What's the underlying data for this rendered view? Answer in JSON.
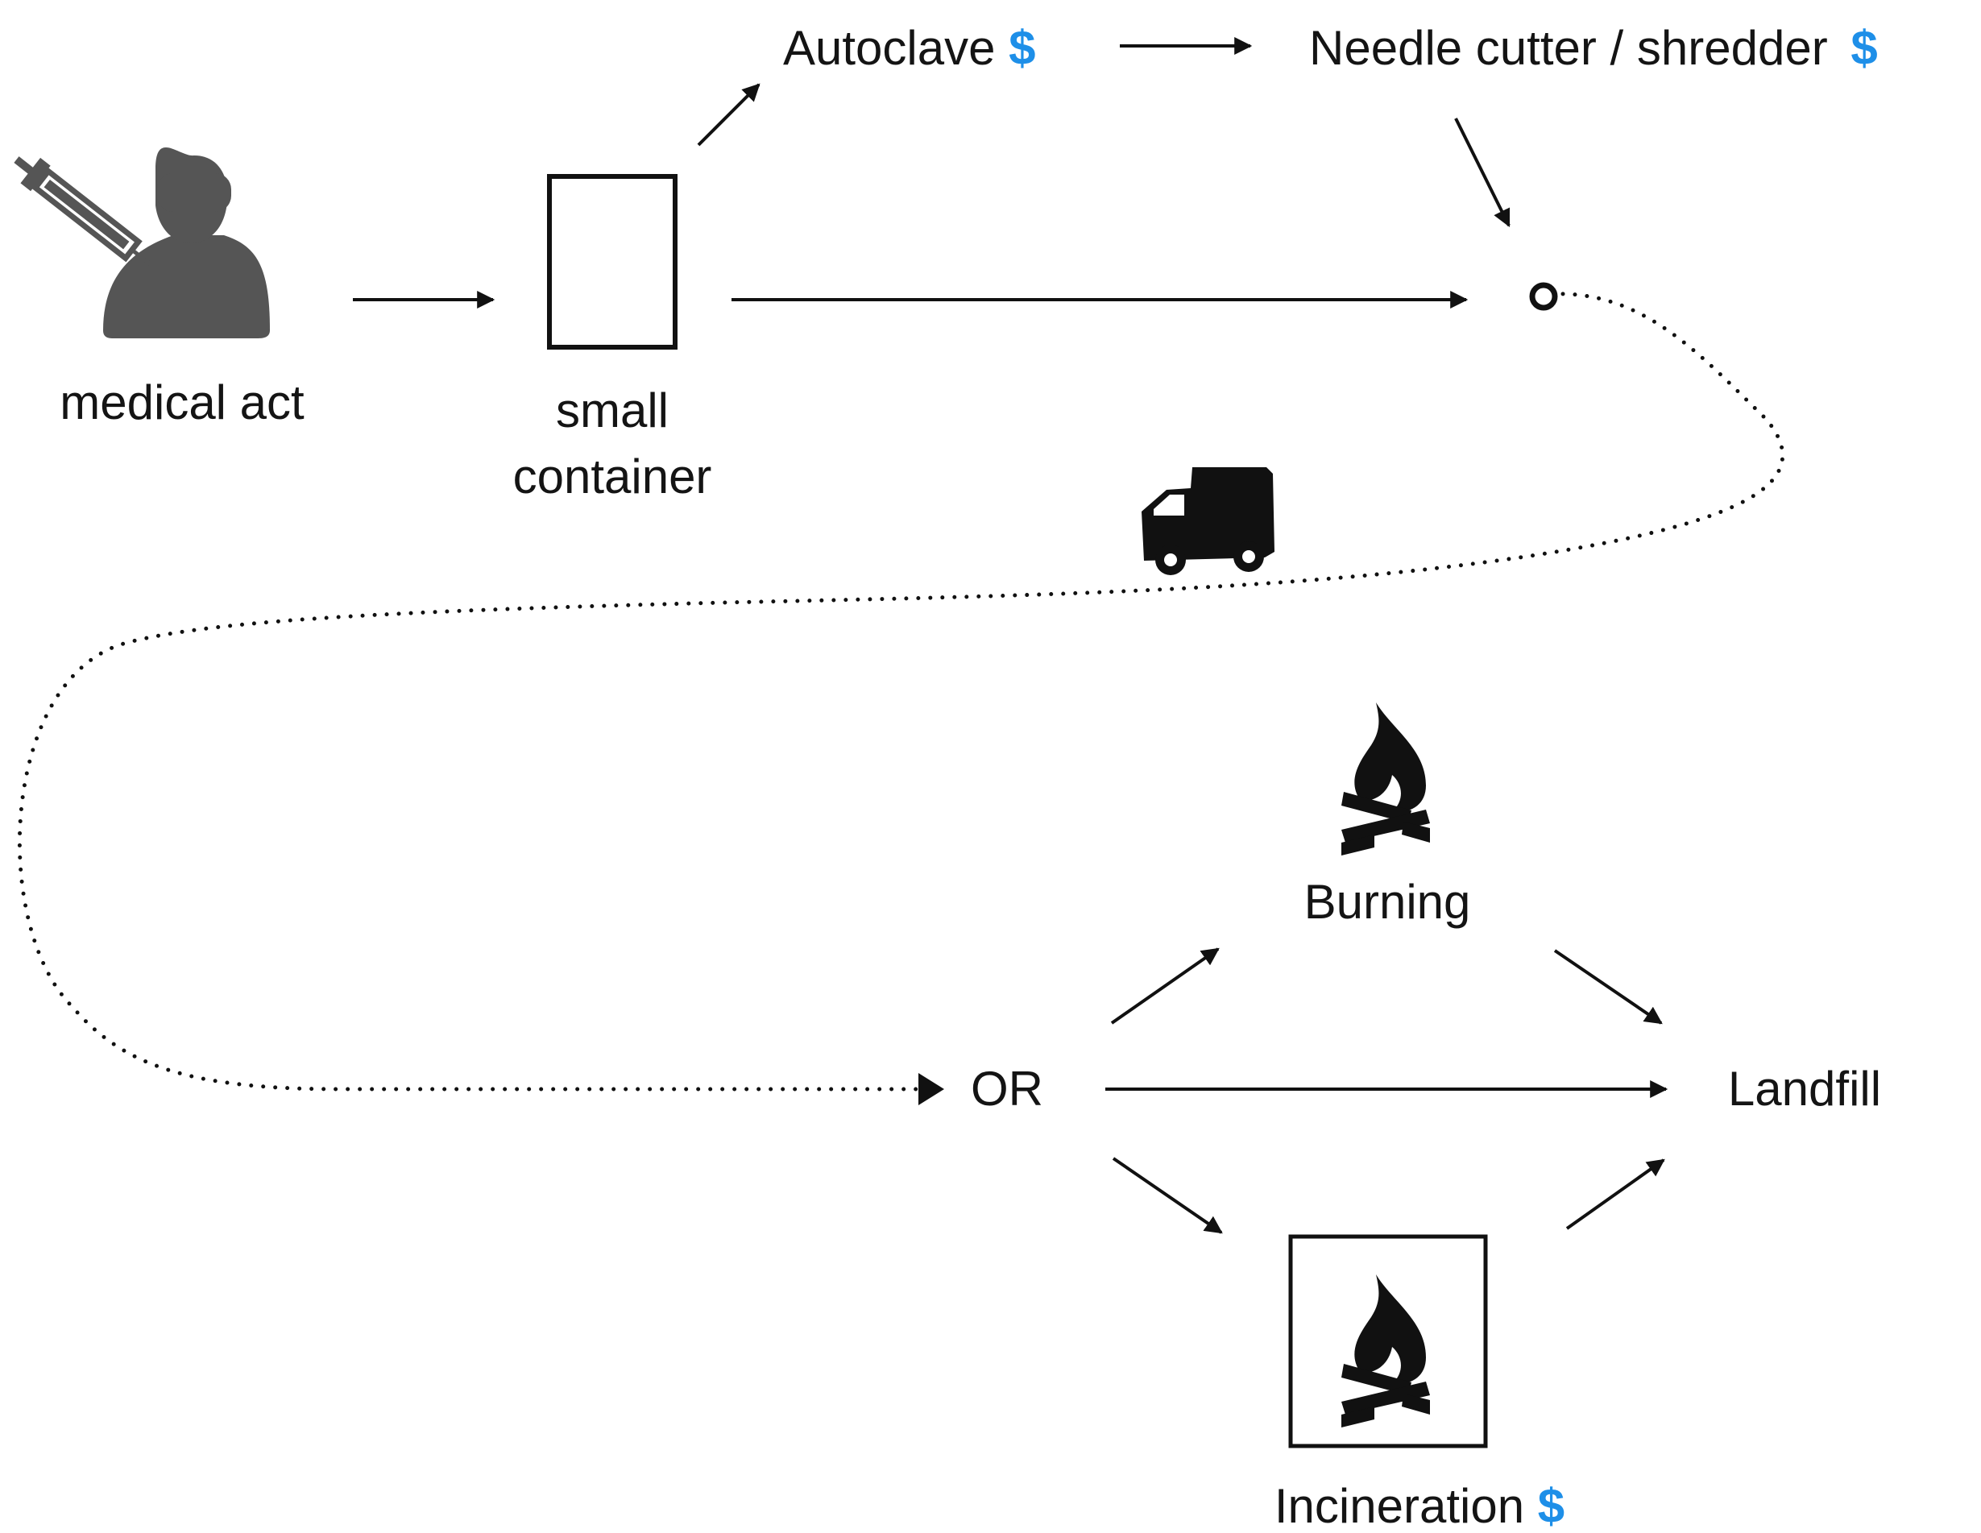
{
  "colors": {
    "cost": "#1e8fe8",
    "ink": "#111111",
    "icon_gray": "#555555"
  },
  "cost_symbol": "$",
  "nodes": {
    "medical_act": {
      "label": "medical act",
      "icon": "person-injection-icon"
    },
    "small_container": {
      "label_line1": "small",
      "label_line2": "container",
      "icon": "container-box-icon"
    },
    "autoclave": {
      "label": "Autoclave",
      "has_cost": true
    },
    "needle_cutter": {
      "label": "Needle cutter / shredder",
      "has_cost": true
    },
    "junction": {
      "icon": "junction-circle-icon"
    },
    "transport": {
      "icon": "truck-icon"
    },
    "or_node": {
      "label": "OR"
    },
    "burning": {
      "label": "Burning",
      "icon": "campfire-icon",
      "has_cost": false
    },
    "landfill": {
      "label": "Landfill"
    },
    "incineration": {
      "label": "Incineration",
      "icon": "incinerator-campfire-icon",
      "has_cost": true
    }
  },
  "edges": [
    {
      "from": "medical act",
      "to": "small container",
      "style": "solid"
    },
    {
      "from": "small container",
      "to": "Autoclave",
      "style": "solid"
    },
    {
      "from": "Autoclave",
      "to": "Needle cutter / shredder",
      "style": "solid"
    },
    {
      "from": "Needle cutter / shredder",
      "to": "junction",
      "style": "solid"
    },
    {
      "from": "small container",
      "to": "junction",
      "style": "solid"
    },
    {
      "from": "junction",
      "to": "OR",
      "style": "dotted",
      "via": "truck"
    },
    {
      "from": "OR",
      "to": "Burning",
      "style": "solid"
    },
    {
      "from": "OR",
      "to": "Landfill",
      "style": "solid"
    },
    {
      "from": "OR",
      "to": "Incineration",
      "style": "solid"
    },
    {
      "from": "Burning",
      "to": "Landfill",
      "style": "solid"
    },
    {
      "from": "Incineration",
      "to": "Landfill",
      "style": "solid"
    }
  ]
}
